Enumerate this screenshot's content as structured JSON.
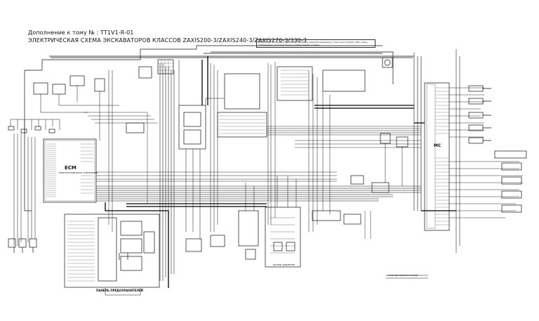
{
  "header": {
    "line1": "Дополнение к тому № : TT1V1-R-01",
    "line2": "ЭЛЕКТРИЧЕСКАЯ СХЕМА ЭКСКАВАТОРОВ КЛАССОВ ZAXIS200-3/ZAXIS240-3/ZAXIS270-3/330-3"
  },
  "note": {
    "text": "ВНИМАНИЕ: Указанные цвета электрических кабелей приведены только для справки. Для схемы, приведенных дополнительных наименований условны."
  },
  "blocks": {
    "ecm": "ECM",
    "ecm_sub": "ЭЛЕКТРОННЫЙ БЛОК УПРАВЛЕНИЯ",
    "mc": "MC",
    "bottom_title": "ПАНЕЛЬ ПРЕДОХРАНИТЕЛЕЙ",
    "bottom_note": "ГЛАВНЫЙ ПЕРЕКЛЮЧАТЕЛЬ",
    "sub_note": "ДАТЧИК ДАВЛЕНИЯ"
  },
  "colors": {
    "wire": "#111111",
    "background": "#ffffff"
  }
}
